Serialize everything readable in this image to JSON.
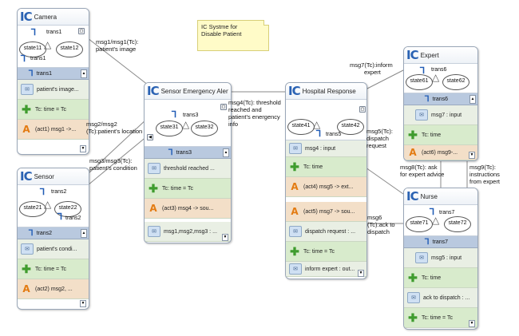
{
  "note": {
    "line1": "IC Systme for",
    "line2": "Disable Patient"
  },
  "camera": {
    "title": "Camera",
    "trans_top": "trans1",
    "state_a": "state11",
    "state_b": "state12",
    "trans_bottom": "trans1",
    "selected": "trans1",
    "rows": [
      {
        "kind": "mail",
        "text": "patient's image..."
      },
      {
        "kind": "cond",
        "text": "Tc: time = Tc"
      },
      {
        "kind": "act",
        "text": "(act1) msg1 ->..."
      }
    ]
  },
  "sensor": {
    "title": "Sensor",
    "trans_top": "trans2",
    "state_a": "state21",
    "state_b": "state22",
    "trans_bottom": "trans2",
    "selected": "trans2",
    "rows": [
      {
        "kind": "mail",
        "text": "patient's condi..."
      },
      {
        "kind": "cond",
        "text": "Tc: time = Tc"
      },
      {
        "kind": "act",
        "text": "(act2) msg2, ..."
      }
    ]
  },
  "alert": {
    "title": "Sensor Emergency Alert",
    "trans_top": "trans3",
    "state_a": "state31",
    "state_b": "state32",
    "selected": "trans3",
    "rows": [
      {
        "kind": "mail",
        "text": "threshold reached ..."
      },
      {
        "kind": "cond",
        "text": "Tc: time = Tc"
      },
      {
        "kind": "act",
        "text": "(act3) msg4 -> sou..."
      },
      {
        "kind": "mail",
        "text": "msg1,msg2,msg3 : ..."
      }
    ]
  },
  "hospital": {
    "title": "Hospital Response",
    "state_a": "state41",
    "state_b": "state42",
    "trans_bottom": "trans5",
    "rows": [
      {
        "kind": "mail",
        "text": "msg4 : input"
      },
      {
        "kind": "cond",
        "text": "Tc: time"
      },
      {
        "kind": "act",
        "text": "(act4) msg5 -> ext..."
      },
      {
        "kind": "act",
        "text": "(act5) msg7 -> sou..."
      },
      {
        "kind": "mail",
        "text": "dispatch request : ..."
      },
      {
        "kind": "cond",
        "text": "Tc: time = Tc"
      },
      {
        "kind": "mail",
        "text": "inform expert : out..."
      }
    ]
  },
  "expert": {
    "title": "Expert",
    "trans_top": "trans6",
    "state_a": "state61",
    "state_b": "state62",
    "selected": "trans6",
    "rows": [
      {
        "kind": "mail",
        "text": "msg7 : input"
      },
      {
        "kind": "cond",
        "text": "Tc: time"
      },
      {
        "kind": "act",
        "text": "(act6) msg9-..."
      }
    ]
  },
  "nurse": {
    "title": "Nurse",
    "trans_top": "trans7",
    "state_a": "state71",
    "state_b": "state72",
    "selected": "trans7",
    "rows": [
      {
        "kind": "mail",
        "text": "msg5 : input"
      },
      {
        "kind": "cond",
        "text": "Tc: time"
      },
      {
        "kind": "mail",
        "text": "ack to dispatch : ..."
      },
      {
        "kind": "cond",
        "text": "Tc: time = Tc"
      }
    ]
  },
  "messages": {
    "m1": [
      "msg1/msg1(Tc):",
      "patient's image"
    ],
    "m2": [
      "msg2/msg2",
      "(Tc):patient's location"
    ],
    "m3": [
      "msg3/msg3(Tc):",
      "patient's condition"
    ],
    "m4": [
      "msg4(Tc): threshold",
      "reached and",
      "patient's energency",
      "info"
    ],
    "m5": [
      "msg5(Tc):",
      "dispatch",
      "request"
    ],
    "m6": [
      "msg6",
      "(Tc):ack to",
      "dispatch"
    ],
    "m7": [
      "msg7(Tc):inform",
      "expert"
    ],
    "m8": [
      "msg8(Tc): ask",
      "for expert advice"
    ],
    "m9": [
      "msg9(Tc):",
      "instructions",
      "from expert"
    ]
  },
  "ic_logo": "IC",
  "icons": {
    "transition": "transition-t-icon",
    "message": "envelope-icon",
    "condition": "green-plus-icon",
    "action": "orange-a-icon"
  },
  "colors": {
    "selected": "#b9c9df",
    "message_row": "#e9efe4",
    "condition_row": "#d8ebcc",
    "action_row": "#f3dfc8",
    "logo": "#2a62b3"
  }
}
